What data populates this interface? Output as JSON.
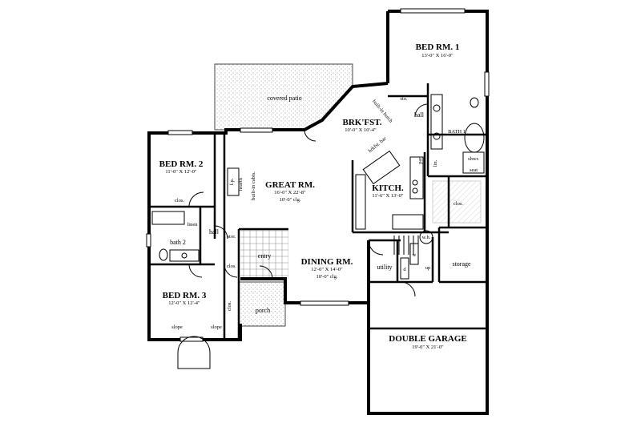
{
  "rooms": {
    "bed1": {
      "name": "BED RM. 1",
      "dim": "13'-0\" X 16'-0\""
    },
    "brkfst": {
      "name": "BRK'FST.",
      "dim": "10'-0\" X 10'-4\""
    },
    "bed2": {
      "name": "BED RM. 2",
      "dim": "11'-0\" X 12'-0\""
    },
    "great": {
      "name": "GREAT RM.",
      "dim": "16'-0\" X 22'-8\"",
      "ceiling": "10'-0\" clg."
    },
    "kitchen": {
      "name": "KITCH.",
      "dim": "11'-6\" X 13'-0\""
    },
    "dining": {
      "name": "DINING RM.",
      "dim": "12'-0\" X 14'-0\"",
      "ceiling": "10'-0\" clg."
    },
    "bed3": {
      "name": "BED RM. 3",
      "dim": "12'-0\" X 12'-4\""
    },
    "garage": {
      "name": "DOUBLE GARAGE",
      "dim": "19'-0\" X 21'-0\""
    }
  },
  "labels": {
    "covered_patio": "covered patio",
    "porch": "porch",
    "entry": "entry",
    "utility": "utility",
    "storage": "storage",
    "hall_left": "hall",
    "hall_right": "hall",
    "bath2": "bath 2",
    "bath1": "BATH 1",
    "closet_a": "clos.",
    "closet_b": "clos.",
    "closet_c": "clos.",
    "closet_d": "clos.",
    "linen": "linen",
    "stor": "stor.",
    "sto": "sto.",
    "lin": "lin.",
    "pan": "pan",
    "shwr": "shwr.",
    "seat": "seat",
    "wh": "w.h.",
    "up": "up",
    "dryer": "d",
    "washer": "w",
    "fireplace": "f.p.",
    "hearth": "hearth",
    "built_in_cabts": "built-in cabts.",
    "built_in_hutch": "built-in hutch",
    "brkfst_bar": "brkfst. bar",
    "slope_left": "slope",
    "slope_right": "slope"
  }
}
